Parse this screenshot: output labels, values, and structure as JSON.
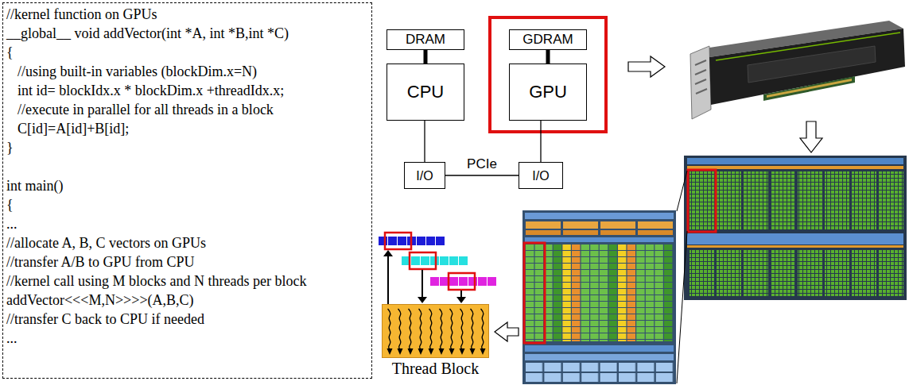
{
  "diagram": {
    "nodes": [
      {
        "text": [
          "//kernel function on GPUs",
          "__global__ void addVector(int *A, int *B,int *C)",
          "{",
          "//using built-in variables (blockDim.x=N)",
          "int id= blockIdx.x * blockDim.x +threadIdx.x;",
          "//execute in parallel for all threads in a block",
          "C[id]=A[id]+B[id];",
          "}",
          "int main()",
          "{",
          "...",
          "//allocate A, B, C vectors on GPUs",
          "//transfer A/B to GPU from CPU",
          "//kernel call using M blocks and N threads per block",
          "addVector<<<M,N>>>>(A,B,C)",
          "//transfer C back to CPU if needed",
          "..."
        ]
      },
      {
        "text": [
          "DRAM"
        ]
      },
      {
        "text": [
          "CPU"
        ]
      },
      {
        "text": [
          "I/O"
        ]
      },
      {
        "text": [
          "GDRAM"
        ]
      },
      {
        "text": [
          "GPU"
        ]
      },
      {
        "text": [
          "I/O"
        ]
      },
      {
        "text": [
          "Thread Block"
        ]
      }
    ],
    "edges": [
      {
        "from": 1,
        "to": 2,
        "arrow": "none"
      },
      {
        "from": 2,
        "to": 3,
        "arrow": "none"
      },
      {
        "from": 4,
        "to": 5,
        "arrow": "none"
      },
      {
        "from": 5,
        "to": 6,
        "arrow": "none"
      },
      {
        "from": 3,
        "to": 6,
        "label": "PCIe",
        "arrow": "none"
      }
    ]
  }
}
